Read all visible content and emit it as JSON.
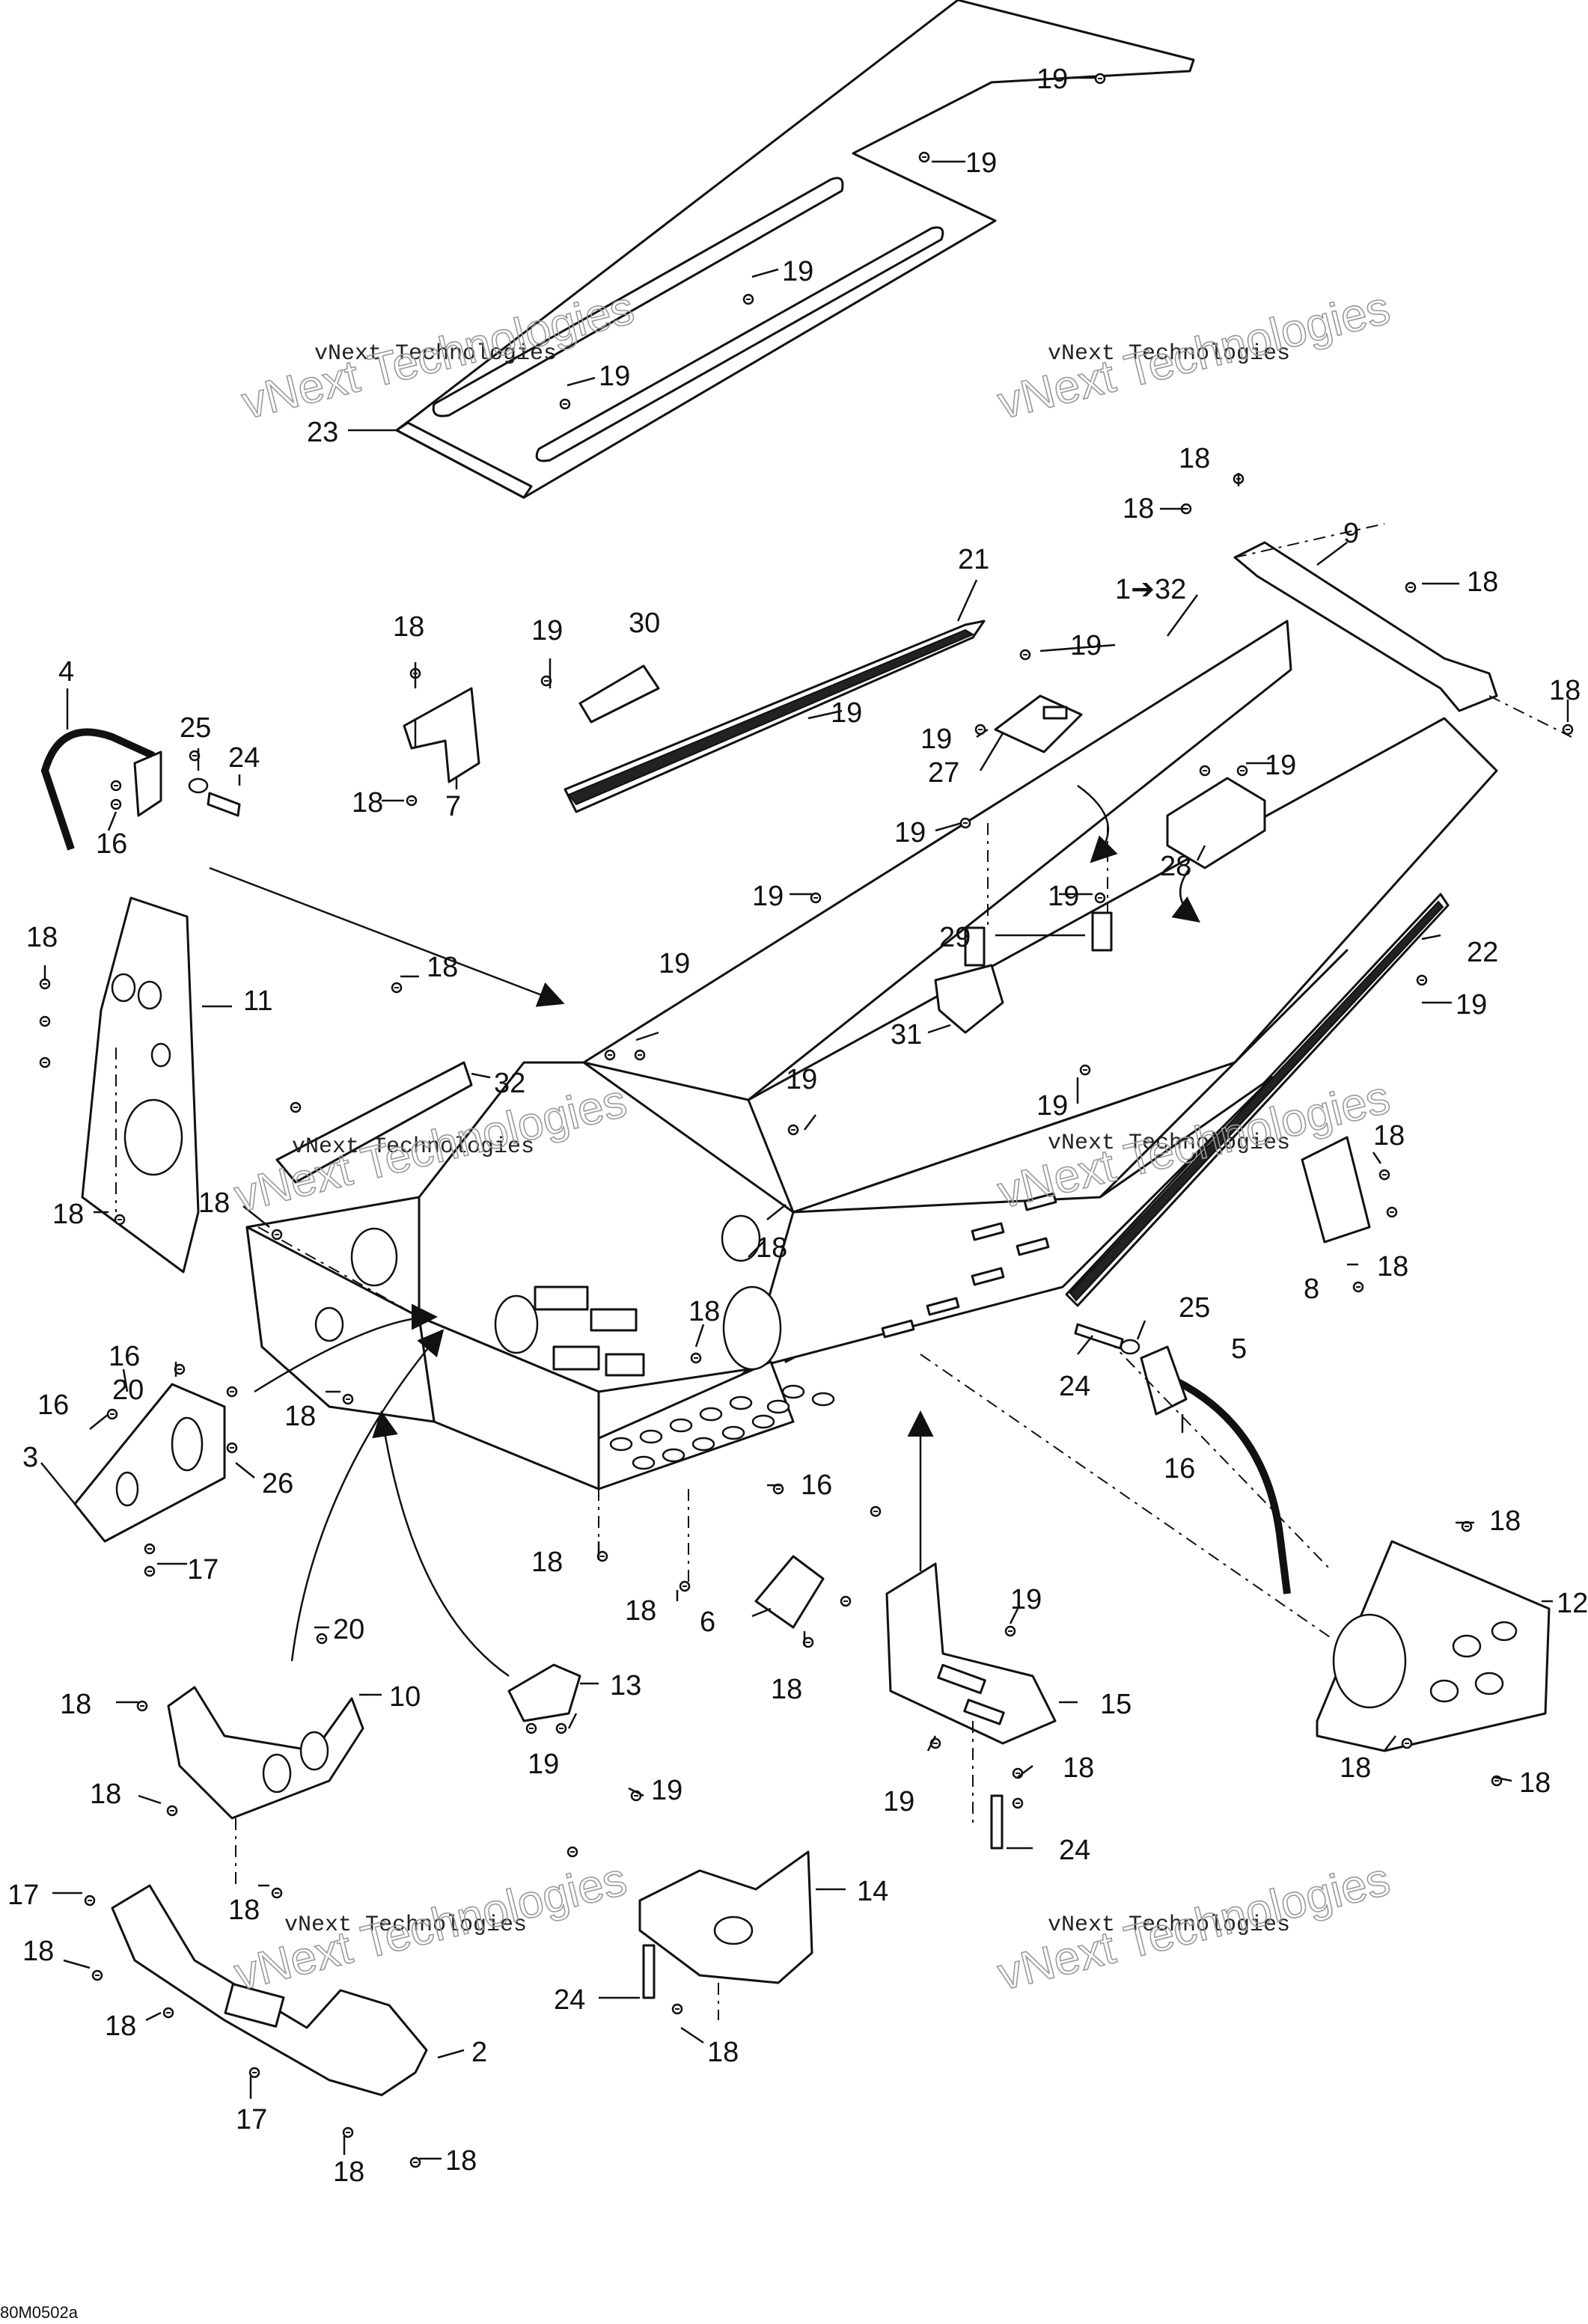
{
  "callouts": {
    "c1": "1➔32",
    "c2": "2",
    "c3": "3",
    "c4": "4",
    "c5": "5",
    "c6": "6",
    "c7": "7",
    "c8": "8",
    "c9": "9",
    "c10": "10",
    "c11": "11",
    "c12": "12",
    "c13": "13",
    "c14": "14",
    "c15": "15",
    "c16": "16",
    "c17": "17",
    "c18": "18",
    "c19": "19",
    "c20": "20",
    "c21": "21",
    "c22": "22",
    "c23": "23",
    "c24": "24",
    "c25": "25",
    "c26": "26",
    "c27": "27",
    "c28": "28",
    "c29": "29",
    "c30": "30",
    "c31": "31",
    "c32": "32"
  },
  "watermark": {
    "line1": "vNext Technologies",
    "line2": "vNext Technologies"
  },
  "diagram_code": "80M0502a",
  "colors": {
    "ink": "#111111",
    "paper": "#ffffff",
    "watermark": "#9a9a9a"
  }
}
